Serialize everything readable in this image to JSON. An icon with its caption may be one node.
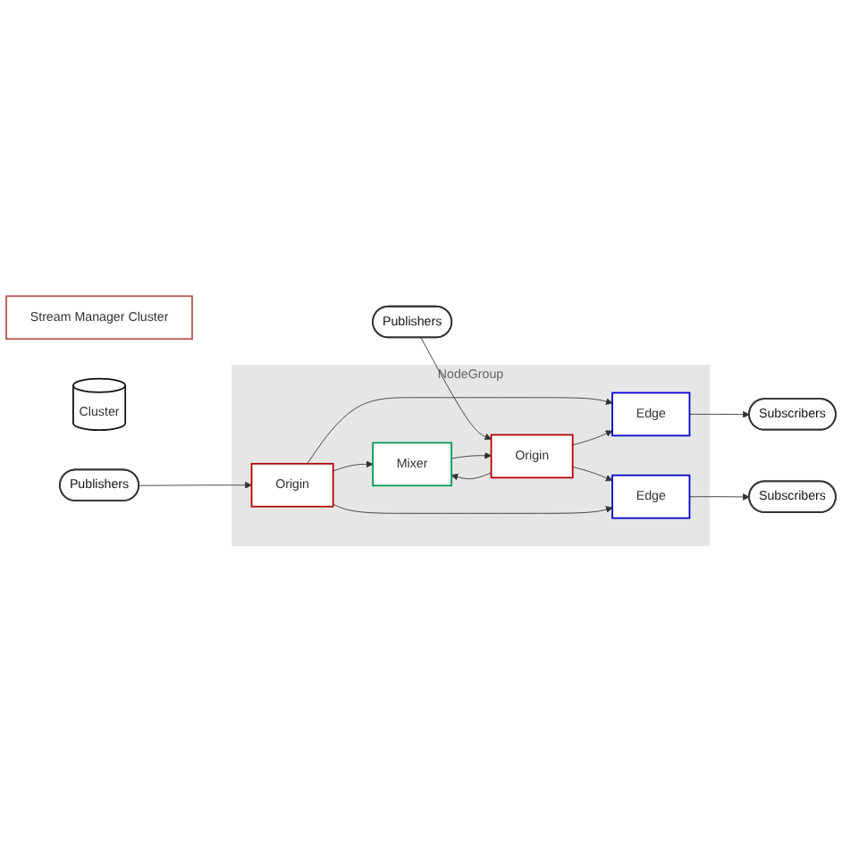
{
  "diagram": {
    "nodes": [
      {
        "text": [
          "NodeGroup"
        ]
      },
      {
        "text": [
          "Stream Manager Cluster"
        ]
      },
      {
        "text": [
          "Cluster"
        ]
      },
      {
        "text": [
          "Publishers"
        ]
      },
      {
        "text": [
          "Origin"
        ],
        "in": 0
      },
      {
        "text": [
          "Edge"
        ],
        "in": 0
      },
      {
        "text": [
          "Subscribers"
        ]
      },
      {
        "text": [
          "Publishers"
        ]
      },
      {
        "text": [
          "Origin"
        ],
        "in": 0
      },
      {
        "text": [
          "Edge"
        ],
        "in": 0
      },
      {
        "text": [
          "Subscribers"
        ]
      },
      {
        "text": [
          "Mixer"
        ],
        "in": 0
      }
    ],
    "edges": [
      {
        "from": 3,
        "to": 4,
        "arrow": "to"
      },
      {
        "from": 4,
        "to": 5,
        "arrow": "to"
      },
      {
        "from": 5,
        "to": 6,
        "arrow": "to"
      },
      {
        "from": 7,
        "to": 8,
        "arrow": "to"
      },
      {
        "from": 8,
        "to": 9,
        "arrow": "to"
      },
      {
        "from": 9,
        "to": 10,
        "arrow": "to"
      },
      {
        "from": 4,
        "to": 9,
        "arrow": "to"
      },
      {
        "from": 4,
        "to": 11,
        "arrow": "to"
      },
      {
        "from": 8,
        "to": 5,
        "arrow": "to"
      },
      {
        "from": 8,
        "to": 11,
        "arrow": "to"
      },
      {
        "from": 11,
        "to": 8,
        "arrow": "to"
      }
    ]
  }
}
